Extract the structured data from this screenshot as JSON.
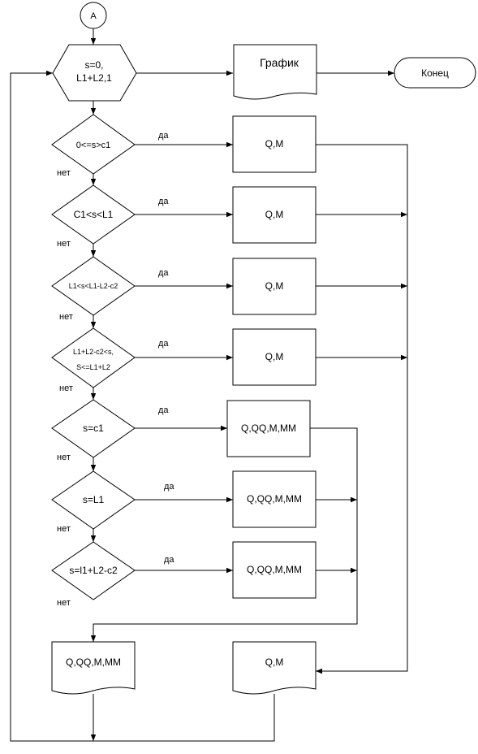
{
  "connector_label": "A",
  "init": {
    "line1": "s=0,",
    "line2": "L1+L2,1"
  },
  "graph_label": "График",
  "end_label": "Конец",
  "yes_label": "да",
  "no_label": "нет",
  "conditions": [
    {
      "text": "0<=s>c1"
    },
    {
      "text": "C1<s<L1"
    },
    {
      "text": "L1<s<L1-L2-c2"
    },
    {
      "text": "L1+L2-c2<s,",
      "text2": "S<=L1+L2"
    },
    {
      "text": "s=c1"
    },
    {
      "text": "s=L1"
    },
    {
      "text": "s=l1+L2-c2"
    }
  ],
  "process_qm": "Q,M",
  "process_qqmm": "Q,QQ,M,MM",
  "output_qqmm": "Q,QQ,M,MM",
  "output_qm": "Q,M"
}
